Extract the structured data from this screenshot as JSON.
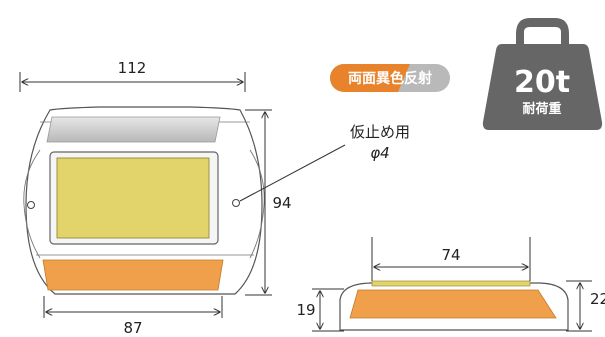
{
  "dimensions": {
    "width_top": "112",
    "width_bottom": "87",
    "height": "94",
    "side_top": "74",
    "side_left": "19",
    "side_right": "22"
  },
  "annotation": {
    "line1": "仮止め用",
    "line2": "φ4"
  },
  "badge": {
    "label": "両面異色反射",
    "colors": {
      "orange": "#e8832b",
      "gray": "#b9b9b9"
    }
  },
  "weight": {
    "value": "20t",
    "caption": "耐荷重",
    "color": "#666666"
  },
  "colors": {
    "yellow_reflector": "#e2d46a",
    "orange_reflector": "#f0a04b",
    "white_reflector": "#c9c9c9",
    "body_outline": "#555555"
  }
}
